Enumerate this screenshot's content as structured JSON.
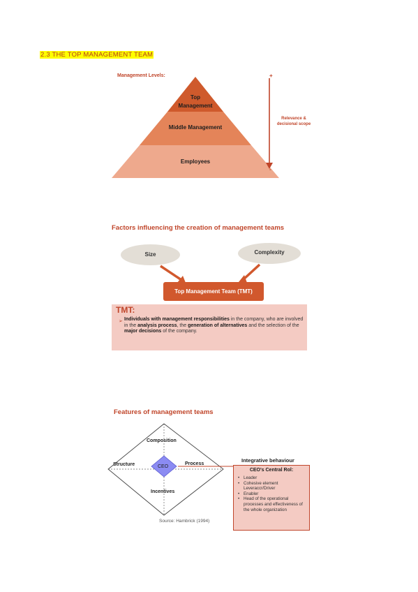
{
  "heading": "2.3 THE TOP MANAGEMENT TEAM",
  "pyramid": {
    "caption": "Management Levels:",
    "levels": [
      "Top Management",
      "Middle Management",
      "Employees"
    ],
    "scale_top": "+",
    "scale_bottom": "-",
    "scale_label": "Relevance & decisional scope",
    "colors": [
      "#cf5a2c",
      "#e48459",
      "#eea98d"
    ]
  },
  "factors": {
    "title": "Factors influencing the creation of management teams",
    "inputs": [
      "Size",
      "Complexity"
    ],
    "center": "Top Management Team (TMT)",
    "tmt_title": "TMT:",
    "tmt_bullet": "➢",
    "tmt_definition": {
      "p1": "Individuals with management responsibilities",
      "p2": " in the company, who are involved in the ",
      "p3": "analysis process",
      "p4": ", the ",
      "p5": "generation of alternatives",
      "p6": " and the selection of the ",
      "p7": "major decisions",
      "p8": " of the company."
    }
  },
  "features": {
    "title": "Features of management teams",
    "dimensions": {
      "top": "Composition",
      "left": "Structure",
      "right": "Process",
      "bottom": "Incentives",
      "center": "CEO"
    },
    "source": "Source: Hambrick (1994)",
    "integrative": "Integrative behaviour",
    "role_title": "CEO's Central Rol:",
    "role_items": [
      "Leader",
      "Cohesive element Leveraccr/Driver",
      "Enabler",
      "Head of the operational processes and effectiveness of the whole organization"
    ],
    "accent": "#c0452a",
    "ceo_color": "#8b8bf2"
  }
}
